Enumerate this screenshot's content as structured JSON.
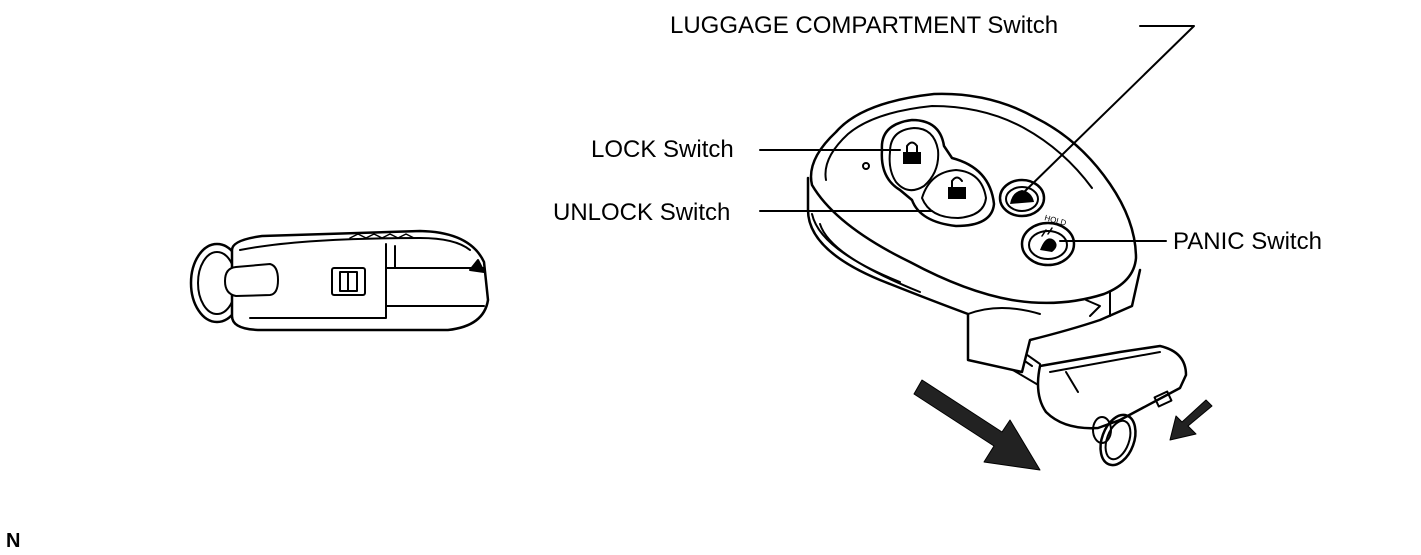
{
  "labels": {
    "luggage": "LUGGAGE COMPARTMENT Switch",
    "lock": "LOCK Switch",
    "unlock": "UNLOCK Switch",
    "panic": "PANIC Switch"
  },
  "corner_mark": "N",
  "icons": [
    "lock-icon",
    "unlock-icon",
    "trunk-icon",
    "panic-icon",
    "key-ring-icon",
    "direction-arrow-icon"
  ],
  "colors": {
    "ink": "#000000",
    "fill": "#ffffff",
    "arrow": "#222222"
  }
}
